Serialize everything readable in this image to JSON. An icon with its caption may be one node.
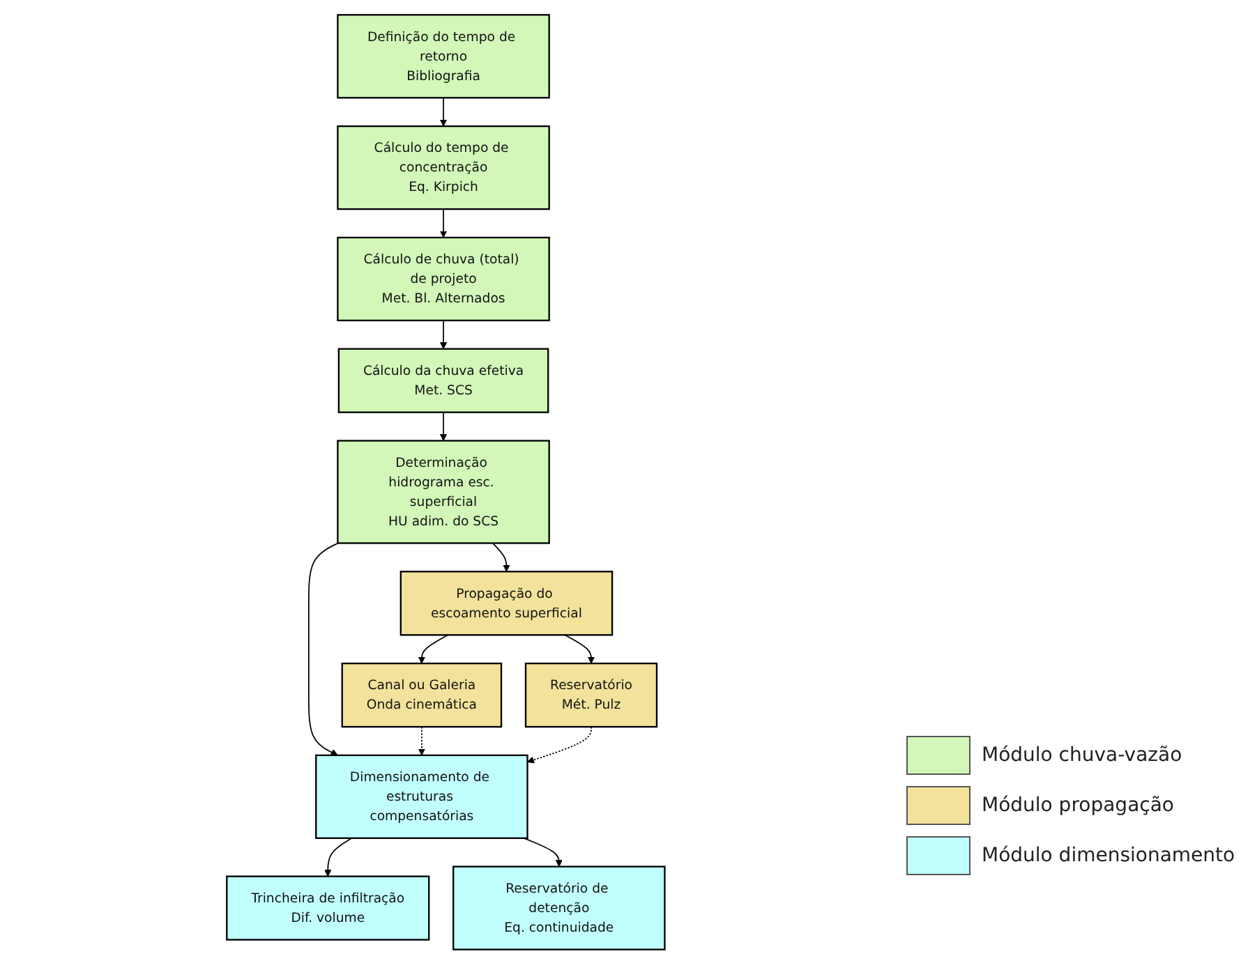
{
  "diagram": {
    "nodes": [
      {
        "text": [
          "Definição do tempo de retorno",
          "Bibliografia"
        ]
      },
      {
        "text": [
          "Cálculo do tempo de concentração",
          "Eq. Kirpich"
        ]
      },
      {
        "text": [
          "Cálculo de chuva (total) de projeto",
          "Met. Bl. Alternados"
        ]
      },
      {
        "text": [
          "Cálculo da chuva efetiva",
          "Met. SCS"
        ]
      },
      {
        "text": [
          "Determinação hidrograma esc. superficial",
          "HU adim. do SCS"
        ]
      },
      {
        "text": [
          "Propagação do escoamento superficial"
        ]
      },
      {
        "text": [
          "Canal ou Galeria",
          "Onda cinemática"
        ]
      },
      {
        "text": [
          "Reservatório",
          "Mét. Pulz"
        ]
      },
      {
        "text": [
          "Dimensionamento de estruturas compensatórias"
        ]
      },
      {
        "text": [
          "Trincheira de infiltração",
          "Dif. volume"
        ]
      },
      {
        "text": [
          "Reservatório de detenção",
          "Eq. continuidade"
        ]
      }
    ],
    "edges": [
      {
        "from": 0,
        "to": 1,
        "arrow": "to"
      },
      {
        "from": 1,
        "to": 2,
        "arrow": "to"
      },
      {
        "from": 2,
        "to": 3,
        "arrow": "to"
      },
      {
        "from": 3,
        "to": 4,
        "arrow": "to"
      },
      {
        "from": 4,
        "to": 5,
        "arrow": "to"
      },
      {
        "from": 4,
        "to": 8,
        "arrow": "to"
      },
      {
        "from": 5,
        "to": 6,
        "arrow": "to"
      },
      {
        "from": 5,
        "to": 7,
        "arrow": "to"
      },
      {
        "from": 6,
        "to": 8,
        "arrow": "to",
        "style": "dashed"
      },
      {
        "from": 7,
        "to": 8,
        "arrow": "to",
        "style": "dashed"
      },
      {
        "from": 8,
        "to": 9,
        "arrow": "to"
      },
      {
        "from": 8,
        "to": 10,
        "arrow": "to"
      }
    ],
    "legend": [
      {
        "text": "Módulo chuva-vazão",
        "color": "#d2f7b9"
      },
      {
        "text": "Módulo propagação",
        "color": "#f2e29b"
      },
      {
        "text": "Módulo dimensionamento",
        "color": "#c1ffff"
      }
    ]
  }
}
